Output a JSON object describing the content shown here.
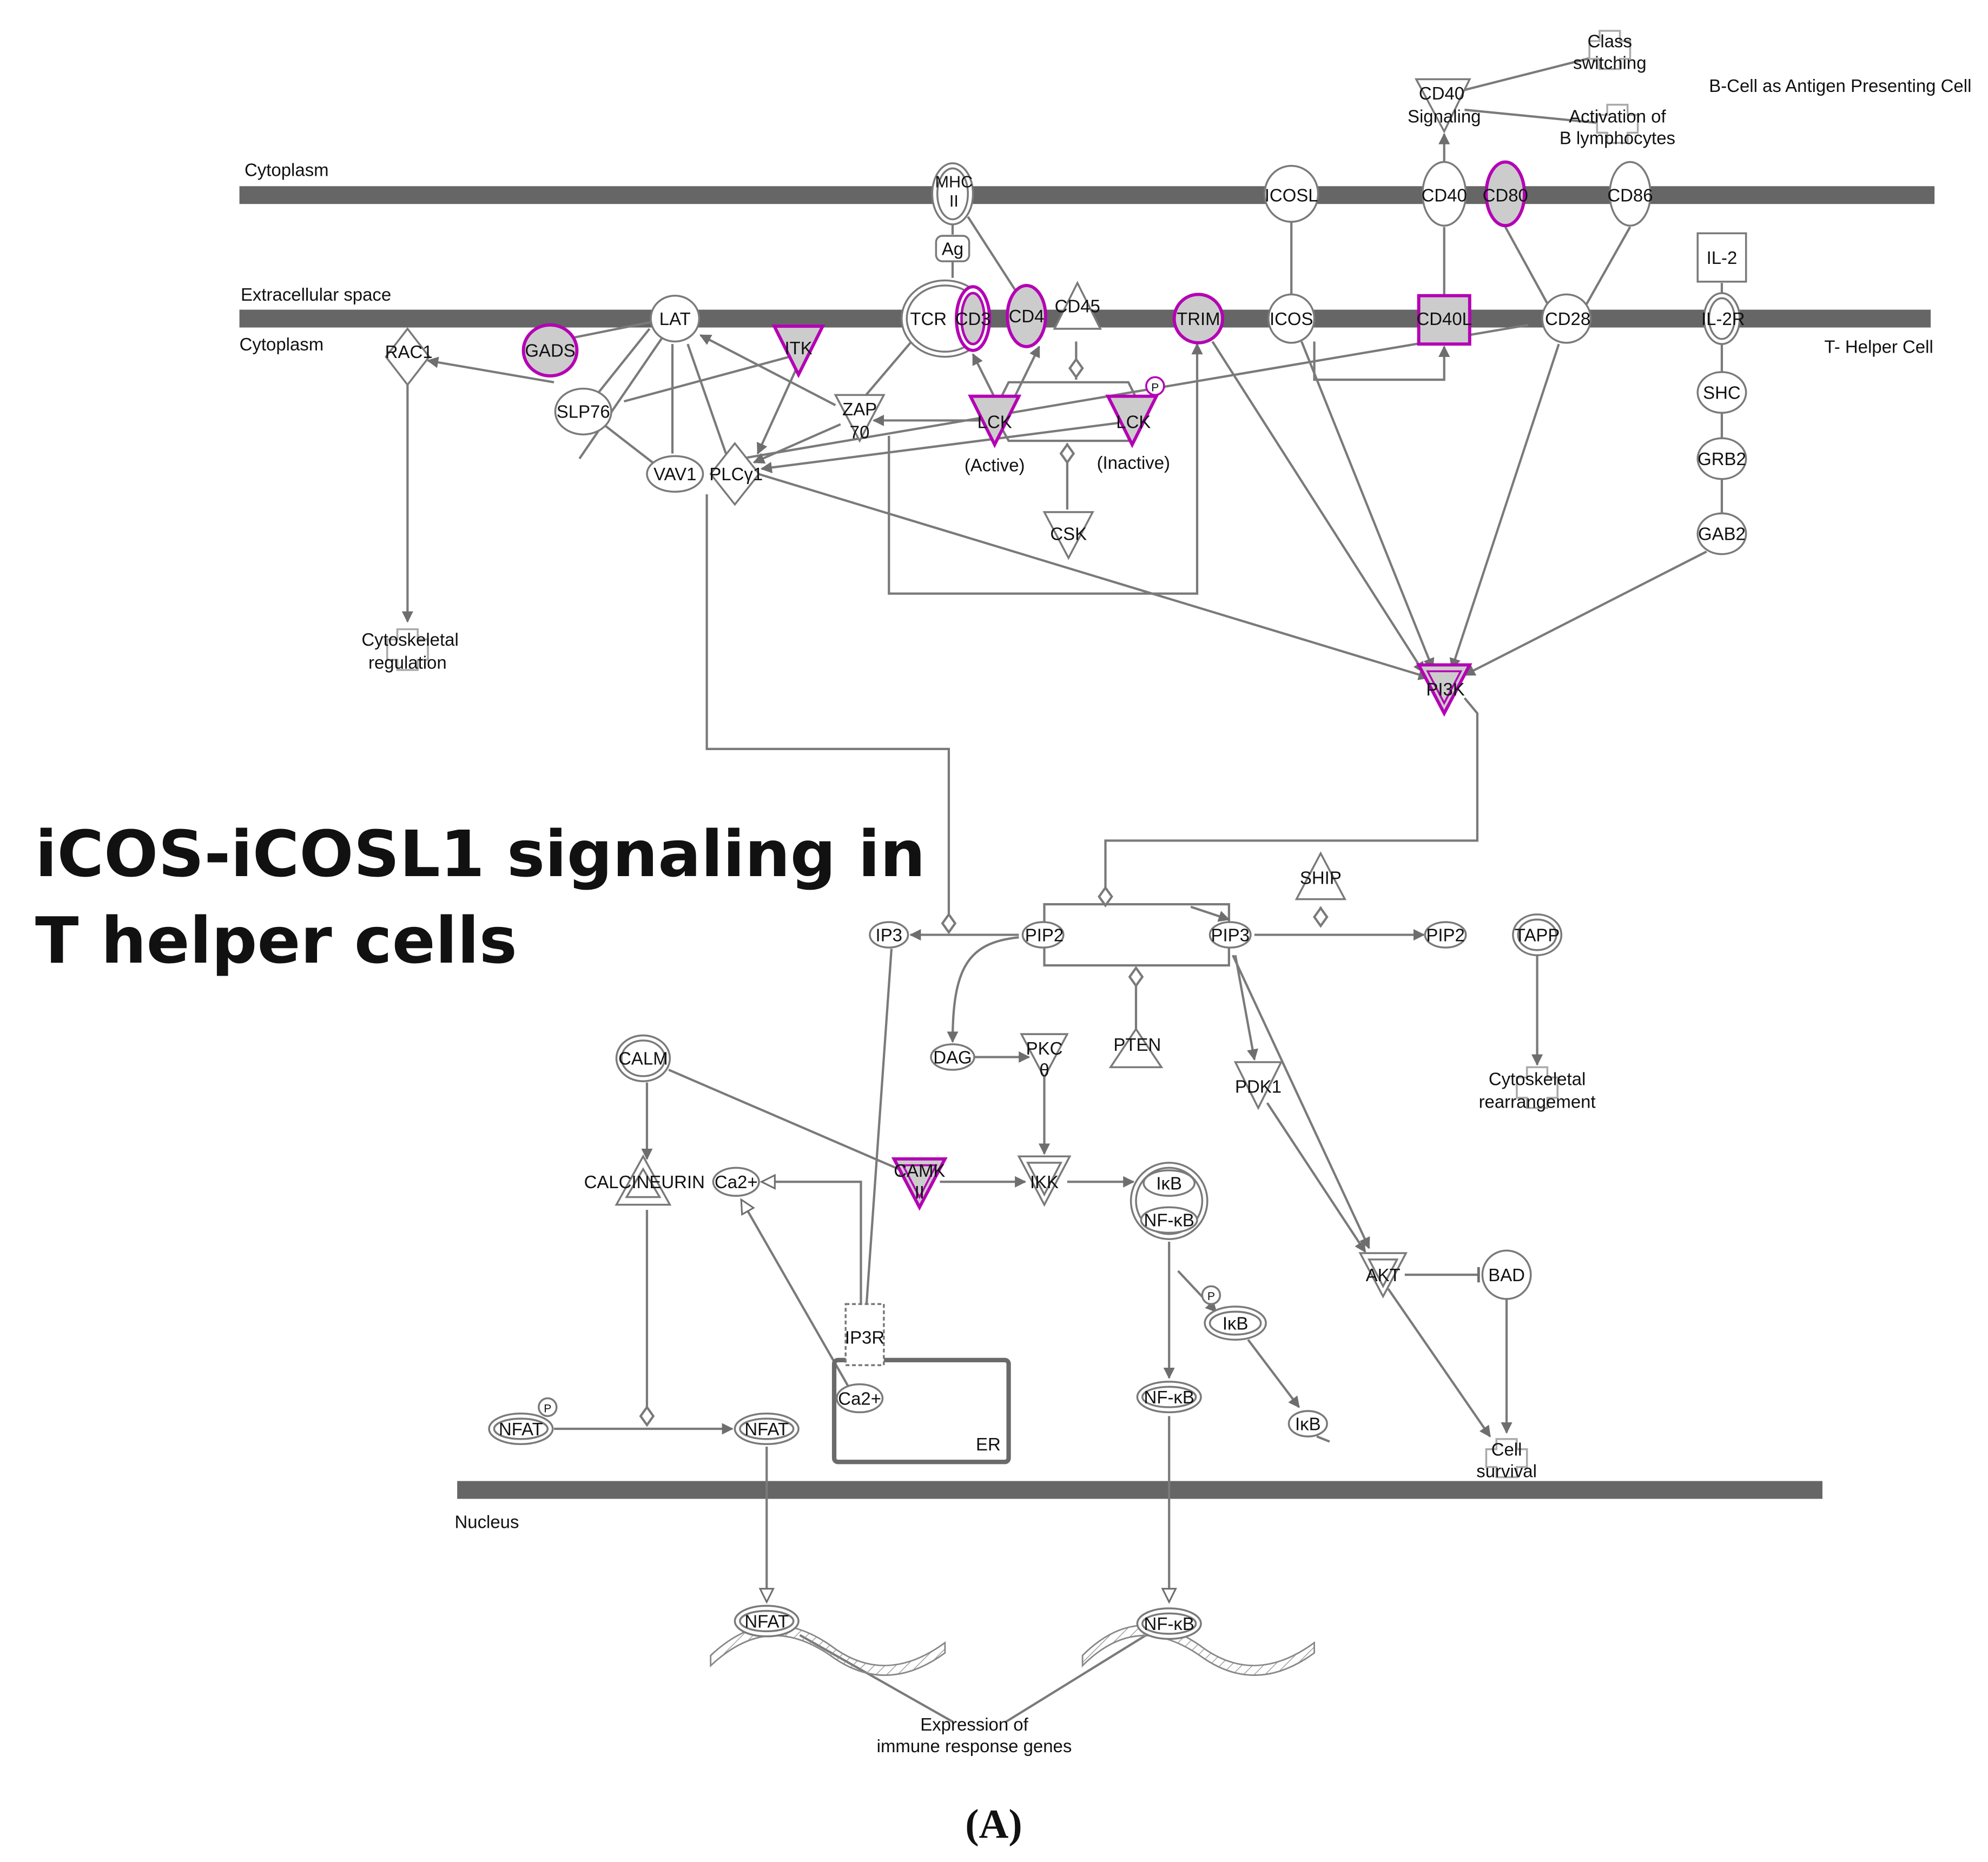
{
  "title": {
    "line1": "iCOS-iCOSL1 signaling in",
    "line2": "T helper cells"
  },
  "caption": "(A)",
  "membranes": {
    "cytoplasm_top": "Cytoplasm",
    "extracellular": "Extracellular space",
    "cytoplasm": "Cytoplasm",
    "nucleus": "Nucleus"
  },
  "cells": {
    "b_cell": "B-Cell as Antigen Presenting Cell",
    "t_cell": "T- Helper Cell"
  },
  "colors": {
    "highlight": "#b400b4",
    "shade": "#cccccc",
    "membrane": "#666666",
    "edge": "#7a7a7a"
  },
  "nodes": {
    "mhc": [
      "MHC",
      "II"
    ],
    "ag": "Ag",
    "tcr": "TCR",
    "cd3": "CD3",
    "cd4": "CD4",
    "cd45": "CD45",
    "trim": "TRIM",
    "icosl": "ICOSL",
    "icos": "ICOS",
    "cd40": "CD40",
    "cd40l": "CD40L",
    "cd80": "CD80",
    "cd86": "CD86",
    "cd28": "CD28",
    "il2": "IL-2",
    "il2r": "IL-2R",
    "shc": "SHC",
    "grb2": "GRB2",
    "gab2": "GAB2",
    "cd40sig": [
      "CD40",
      "Signaling"
    ],
    "classsw": [
      "Class",
      "switching"
    ],
    "activation": [
      "Activation of",
      "B lymphocytes"
    ],
    "lat": "LAT",
    "gads": "GADS",
    "itk": "ITK",
    "rac1": "RAC1",
    "slp76": "SLP76",
    "zap70": [
      "ZAP",
      "70"
    ],
    "lck_active": "LCK",
    "lck_inactive": "LCK",
    "active": "(Active)",
    "inactive": "(Inactive)",
    "csk": "CSK",
    "vav1": "VAV1",
    "plcg1": "PLCγ1",
    "cytoreg": [
      "Cytoskeletal",
      "regulation"
    ],
    "pi3k": "PI3K",
    "ship": "SHIP",
    "ip3": "IP3",
    "pip2a": "PIP2",
    "pip3": "PIP3",
    "pip2b": "PIP2",
    "tapp": "TAPP",
    "dag": "DAG",
    "pkc": [
      "PKC",
      "θ"
    ],
    "pten": "PTEN",
    "pdk1": "PDK1",
    "cytorearr": [
      "Cytoskeletal",
      "rearrangement"
    ],
    "calm": "CALM",
    "calcineurin": "CALCINEURIN",
    "ca2a": "Ca2+",
    "camk": [
      "CAMK",
      "II"
    ],
    "ikk": "IKK",
    "ikb_c": "IκB",
    "nfkb_c": "NF-κB",
    "ikb_p": "IκB",
    "ikb_d": "IκB",
    "akt": "AKT",
    "bad": "BAD",
    "ip3r": "IP3R",
    "ca2b": "Ca2+",
    "er": "ER",
    "nfat_p": "NFAT",
    "nfat": "NFAT",
    "nfkb": "NF-κB",
    "cellsurv": [
      "Cell",
      "survival"
    ],
    "nfat_n": "NFAT",
    "nfkb_n": "NF-κB",
    "expr": [
      "Expression of",
      "immune response genes"
    ],
    "p": "P"
  }
}
